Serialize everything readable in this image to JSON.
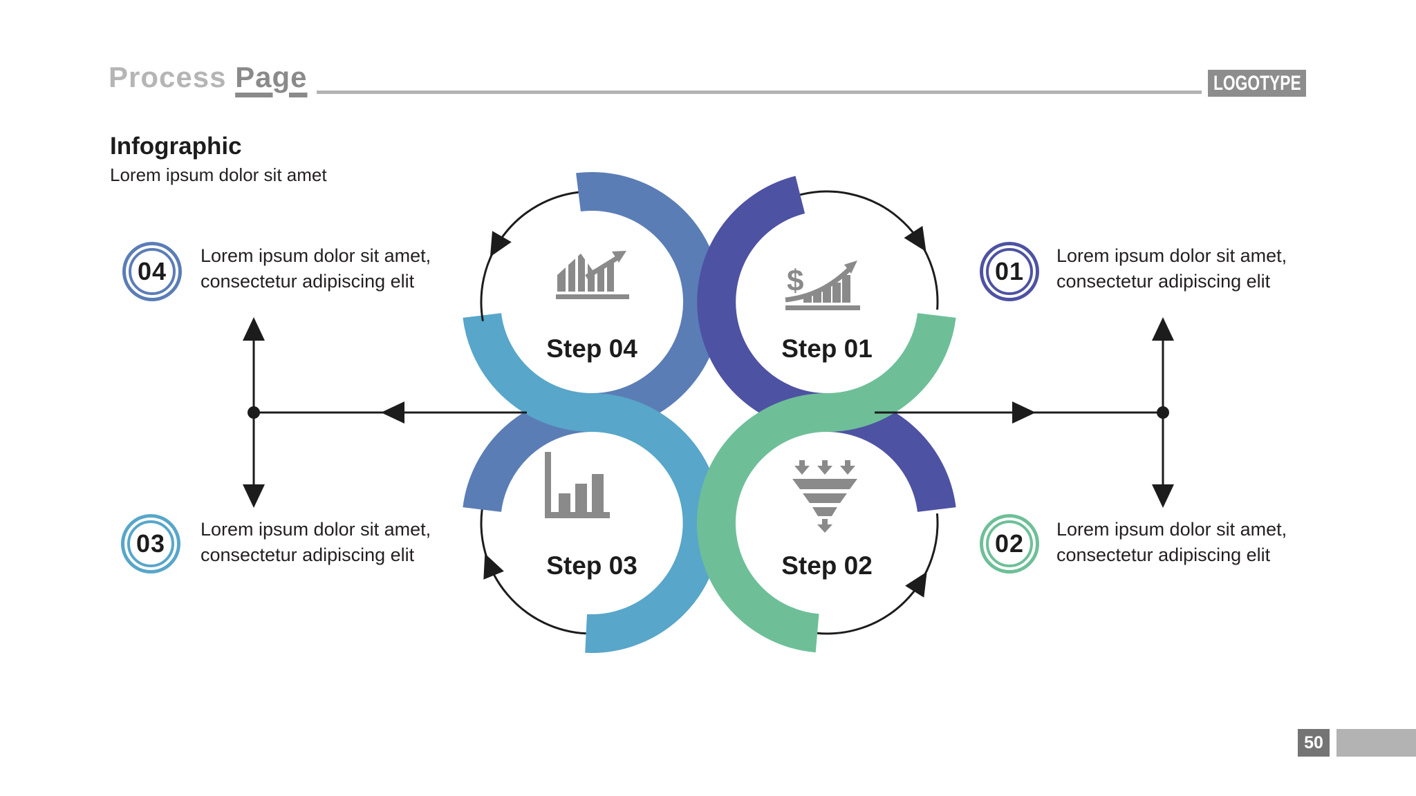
{
  "header": {
    "title_word1": "Process",
    "title_word2": "Page",
    "logotype": "LOGOTYPE"
  },
  "intro": {
    "heading": "Infographic",
    "subheading": "Lorem ipsum dolor sit amet"
  },
  "steps": [
    {
      "number": "01",
      "label": "Step 01",
      "color": "#4e52a3",
      "icon": "dollar-growth-chart-icon",
      "description": [
        "Lorem ipsum dolor sit amet,",
        "consectetur adipiscing elit"
      ]
    },
    {
      "number": "02",
      "label": "Step 02",
      "color": "#6ebf98",
      "icon": "funnel-filter-icon",
      "description": [
        "Lorem ipsum dolor sit amet,",
        "consectetur adipiscing elit"
      ]
    },
    {
      "number": "03",
      "label": "Step 03",
      "color": "#58a6ca",
      "icon": "bar-chart-axis-icon",
      "description": [
        "Lorem ipsum dolor sit amet,",
        "consectetur adipiscing elit"
      ]
    },
    {
      "number": "04",
      "label": "Step 04",
      "color": "#5b7db6",
      "icon": "peaks-chart-arrow-icon",
      "description": [
        "Lorem ipsum dolor sit amet,",
        "consectetur adipiscing elit"
      ]
    }
  ],
  "footer": {
    "page_number": "50"
  },
  "palette": {
    "icon_gray": "#8a8a8a",
    "line_black": "#1c1c1c",
    "title_light": "#b5b5b5",
    "title_dark": "#8a8a8a",
    "rule_gray": "#b3b3b3",
    "logotype_bg": "#8d8d8d",
    "page_box_bg": "#747474",
    "text_dark": "#231f20"
  }
}
